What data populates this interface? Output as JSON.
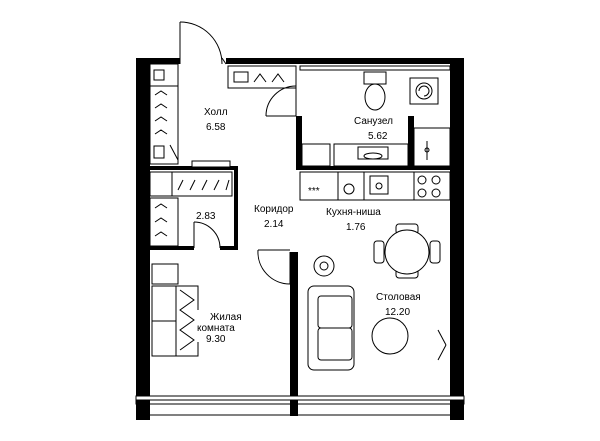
{
  "rooms": {
    "hall": {
      "name": "Холл",
      "area": "6.58"
    },
    "bathroom": {
      "name": "Санузел",
      "area": "5.62"
    },
    "closet": {
      "name": "",
      "area": "2.83"
    },
    "corridor": {
      "name": "Коридор",
      "area": "2.14"
    },
    "kitchen": {
      "name": "Кухня-ниша",
      "area": "1.76"
    },
    "dining": {
      "name": "Столовая",
      "area": "12.20"
    },
    "living_line1": "Жилая",
    "living_line2": "комната",
    "living_area": "9.30"
  },
  "kitchen_marks": "***"
}
